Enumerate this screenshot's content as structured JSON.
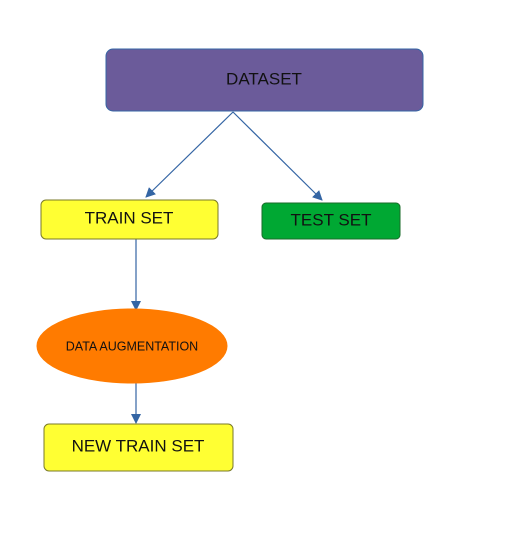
{
  "nodes": {
    "dataset": {
      "label": "DATASET",
      "color": "#6b5b9a"
    },
    "train_set": {
      "label": "TRAIN SET",
      "color": "#ffff33"
    },
    "test_set": {
      "label": "TEST SET",
      "color": "#00a833"
    },
    "data_augmentation": {
      "label": "DATA AUGMENTATION",
      "color": "#ff7b00"
    },
    "new_train_set": {
      "label": "NEW TRAIN SET",
      "color": "#ffff33"
    }
  },
  "edge_color": "#3465a4"
}
